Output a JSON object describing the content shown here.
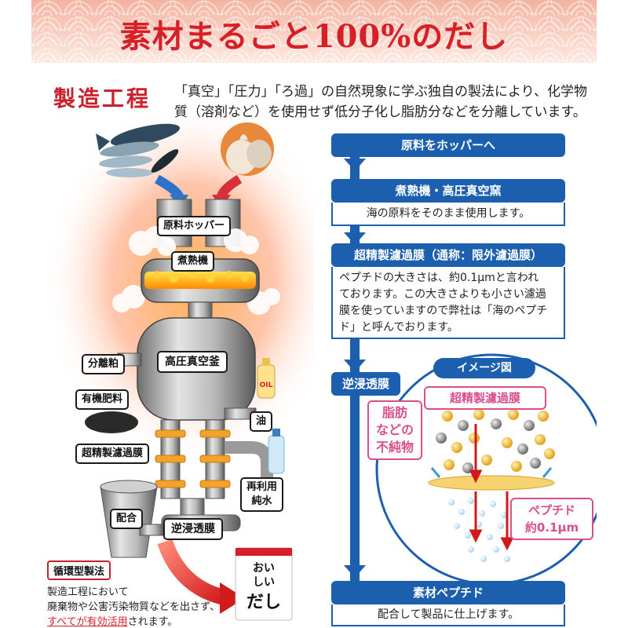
{
  "banner": {
    "title": "素材まるごと100%のだし"
  },
  "process": {
    "title": "製造工程",
    "intro_line1": "「真空」「圧力」「ろ過」の自然現象に学ぶ独自の製法により、化学物",
    "intro_line2": "質（溶剤など）を使用せず低分子化し脂肪分などを分離しています。"
  },
  "machine": {
    "hopper": "原料ホッパー",
    "boiler": "煮熟機",
    "vacuum_kiln": "高圧真空釜",
    "separated_grains": "分離粕",
    "organic_fertilizer": "有機肥料",
    "ultrafine_membrane": "超精製濾過膜",
    "oil": "油",
    "oil_bottle_text": "OIL",
    "recycled_water_1": "再利用",
    "recycled_water_2": "純水",
    "blending": "配合",
    "reverse_osmosis": "逆浸透膜",
    "product_line1": "おい",
    "product_line2": "しい",
    "product_line3": "だし"
  },
  "cycle": {
    "title": "循環型製法",
    "line1": "製造工程において",
    "line2": "廃棄物や公害汚染物質などを出さず、",
    "highlight": "すべてが有効活用",
    "line3_suffix": "されます。"
  },
  "flow": {
    "step1": {
      "header": "原料をホッパーへ"
    },
    "step2": {
      "header": "煮熟機・高圧真空窯",
      "body": "海の原料をそのまま使用します。"
    },
    "step3": {
      "header": "超精製濾過膜（通称：限外濾過膜）",
      "body_line1": "ペプチドの大きさは、約0.1μmと言われ",
      "body_line2": "ております。この大きさよりも小さい濾過",
      "body_line3": "膜を使っていますので弊社は「海のペプチ",
      "body_line4": "ド」と呼んでおります。"
    },
    "step4": {
      "header": "逆浸透膜"
    },
    "image": {
      "label": "イメージ図",
      "membrane": "超精製濾過膜",
      "impurity_line1": "脂肪",
      "impurity_line2": "などの",
      "impurity_line3": "不純物",
      "peptide_line1": "ペプチド",
      "peptide_line2": "約0.1μm"
    },
    "step5": {
      "header": "素材ペプチド",
      "body": "配合して製品に仕上げます。"
    }
  },
  "colors": {
    "accent_red": "#d61f26",
    "flow_blue": "#1b5fae",
    "pink": "#d94f8e",
    "banner_bg": "#f6c4b4"
  }
}
